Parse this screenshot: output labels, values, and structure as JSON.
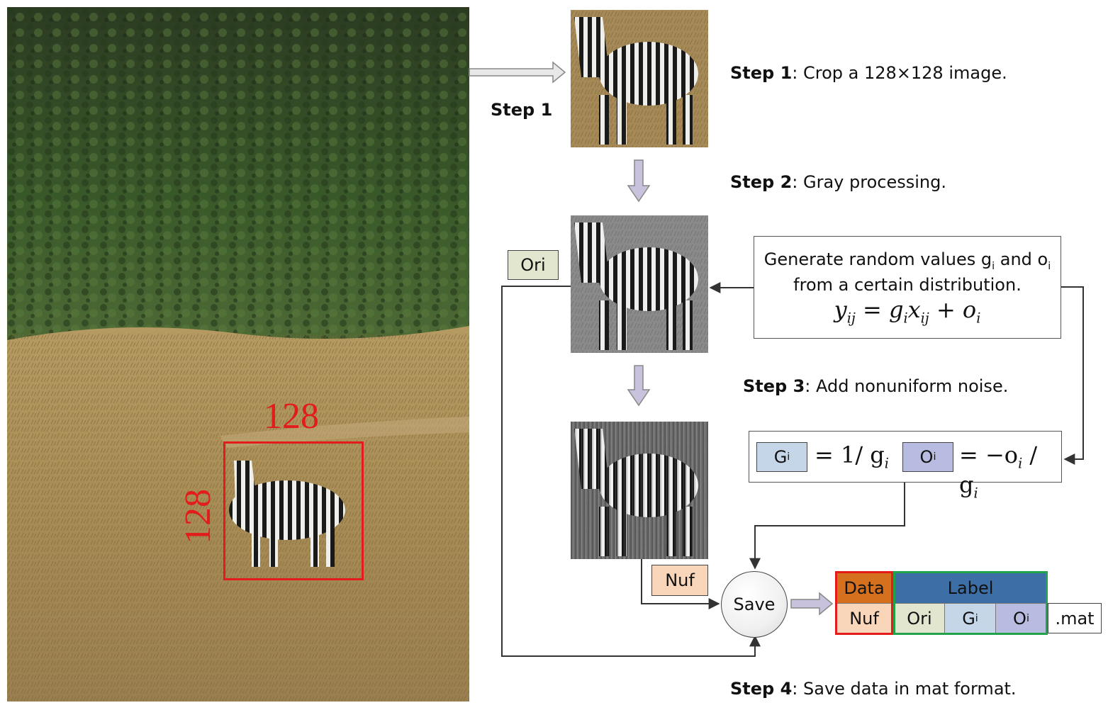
{
  "crop_labels": {
    "width": "128",
    "height": "128"
  },
  "step1_arrow_label": "Step 1",
  "steps": {
    "s1": {
      "title": "Step 1",
      "desc": ": Crop a 128×128 image."
    },
    "s2": {
      "title": "Step 2",
      "desc": ": Gray processing."
    },
    "s3": {
      "title": "Step 3",
      "desc": ": Add nonuniform noise."
    },
    "s4": {
      "title": "Step 4",
      "desc": ": Save data in mat format."
    }
  },
  "generator": {
    "line1": "Generate random values g",
    "line1_sub1": "i",
    "line1_mid": " and o",
    "line1_sub2": "i",
    "line2": "from a certain distribution.",
    "formula": "y",
    "formula_sub": "ij",
    "formula_rest": " = g",
    "formula_rest_sub": "i",
    "formula_x": "x",
    "formula_x_sub": "ij",
    "formula_plus": " + o",
    "formula_plus_sub": "i"
  },
  "gain_formula": {
    "G": "G",
    "G_sub": "i",
    "G_eq": "= 1/ g",
    "G_eq_sub": "i",
    "O": "O",
    "O_sub": "i",
    "O_eq": "= −o",
    "O_eq_sub": "i",
    "O_div": " / g",
    "O_div_sub": "i"
  },
  "tags": {
    "ori": "Ori",
    "nuf": "Nuf"
  },
  "save_node": "Save",
  "mat_table": {
    "data_header": "Data",
    "label_header": "Label",
    "data_cell": "Nuf",
    "ori_cell": "Ori",
    "gi_cell": "G",
    "gi_sub": "i",
    "oi_cell": "O",
    "oi_sub": "i",
    "ext": ".mat"
  },
  "colors": {
    "crop_box": "#e31b1b",
    "data_header": "#d5701f",
    "label_header": "#3d6fa6",
    "data_border": "#e31b1b",
    "label_border": "#22a24a",
    "arrow_fill": "#c9c2dc"
  }
}
